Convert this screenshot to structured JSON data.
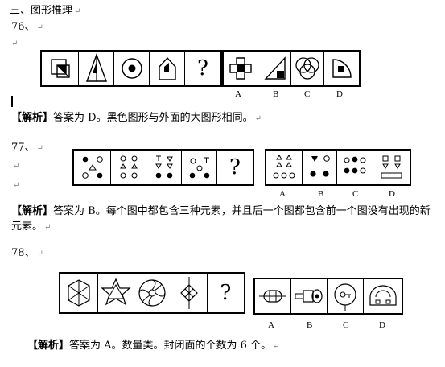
{
  "section_title": "三、图形推理",
  "paragraph_mark": "↵",
  "q76": {
    "number": "76、",
    "question_mark": "?",
    "options": [
      "A",
      "B",
      "C",
      "D"
    ],
    "analysis_prefix": "【解析】",
    "analysis_text": "答案为 D。黑色图形与外面的大图形相同。"
  },
  "q77": {
    "number": "77、",
    "question_mark": "?",
    "options": [
      "A",
      "B",
      "C",
      "D"
    ],
    "analysis_prefix": "【解析】",
    "analysis_text_line1": "答案为 B。每个图中都包含三种元素，并且后一个图都包含前一个图没有出现的新",
    "analysis_text_line2": "元素。"
  },
  "q78": {
    "number": "78、",
    "question_mark": "?",
    "options": [
      "A",
      "B",
      "C",
      "D"
    ],
    "analysis_prefix": "【解析】",
    "analysis_text": "答案为 A。数量类。封闭面的个数为 6 个。"
  }
}
